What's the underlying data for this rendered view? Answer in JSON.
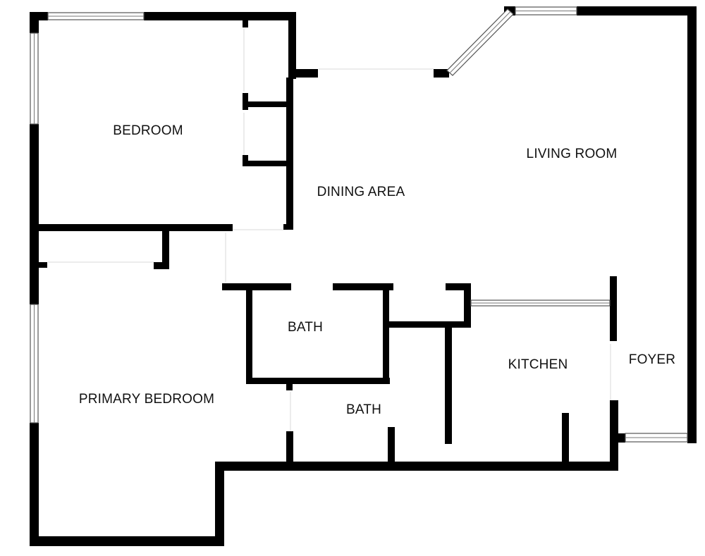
{
  "floorplan": {
    "rooms": {
      "bedroom": "BEDROOM",
      "living_room": "LIVING ROOM",
      "dining_area": "DINING AREA",
      "bath_upper": "BATH",
      "bath_lower": "BATH",
      "kitchen": "KITCHEN",
      "foyer": "FOYER",
      "primary_bedroom": "PRIMARY BEDROOM"
    }
  }
}
